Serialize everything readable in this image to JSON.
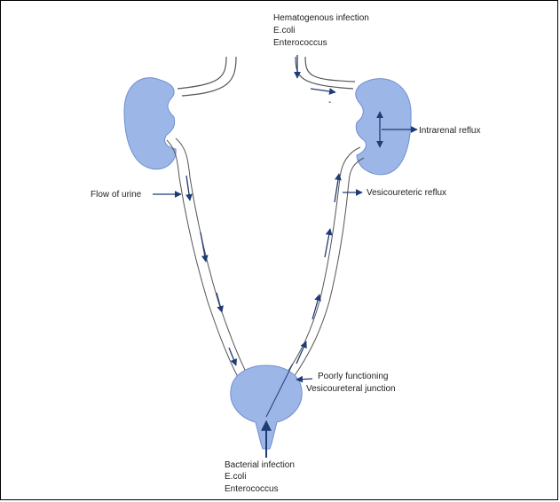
{
  "labels": {
    "hematogenous_title": "Hematogenous infection",
    "hematogenous_org1": "E.coli",
    "hematogenous_org2": "Enterococcus",
    "intrarenal_reflux": "Intrarenal  reflux",
    "flow_of_urine": "Flow of urine",
    "vesicoureteric_reflux": "Vesicoureteric reflux",
    "poorly_functioning_line1": "Poorly functioning",
    "poorly_functioning_line2": "Vesicoureteral junction",
    "bacterial_title": "Bacterial infection",
    "bacterial_org1": "E.coli",
    "bacterial_org2": "Enterococcus"
  },
  "colors": {
    "organ_fill": "#9db6e8",
    "organ_stroke": "#6f8fcf",
    "arrow": "#1f3b73",
    "outline": "#555555",
    "text": "#222222"
  }
}
